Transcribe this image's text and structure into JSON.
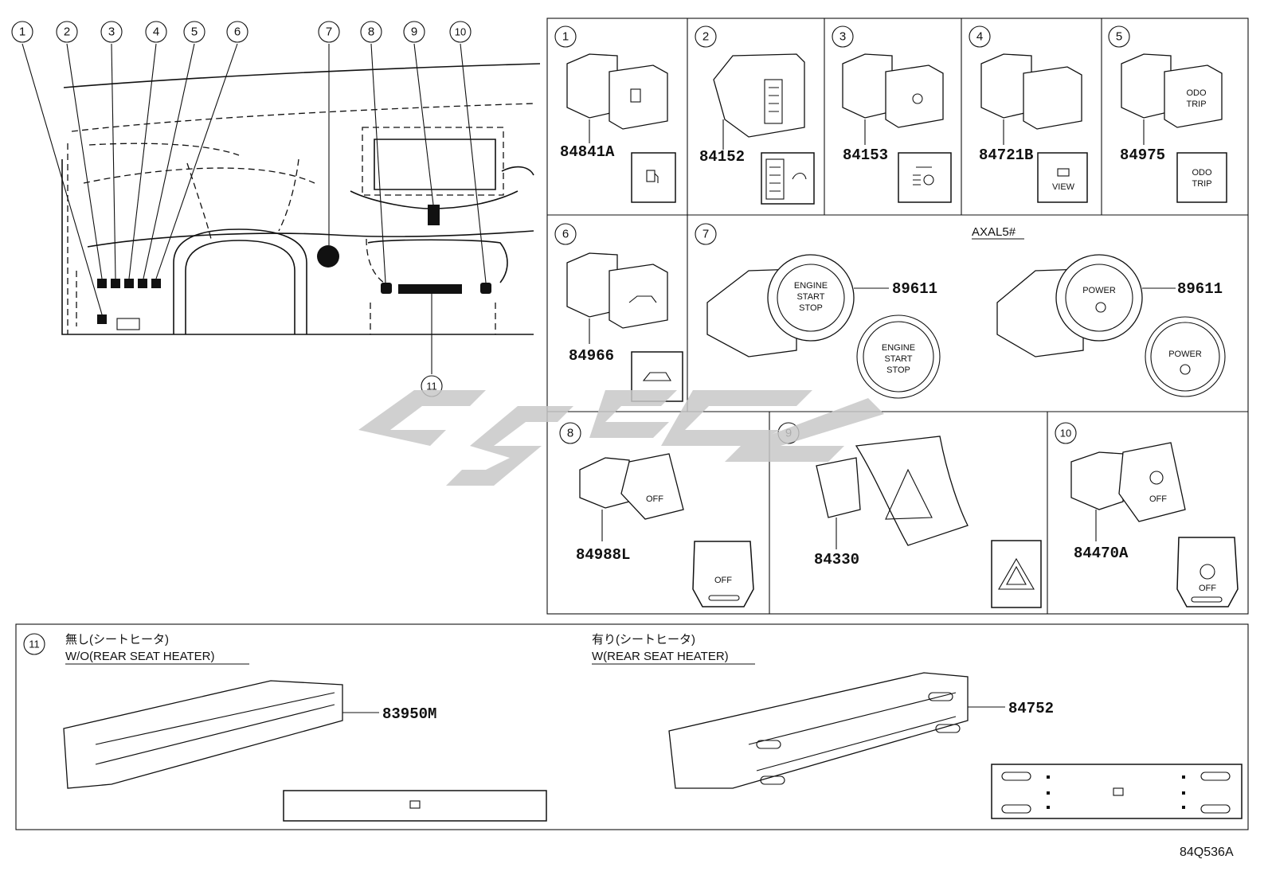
{
  "callouts": [
    "1",
    "2",
    "3",
    "4",
    "5",
    "6",
    "7",
    "8",
    "9",
    "10",
    "11"
  ],
  "panels": [
    {
      "num": "1",
      "part": "84841A"
    },
    {
      "num": "2",
      "part": "84152"
    },
    {
      "num": "3",
      "part": "84153"
    },
    {
      "num": "4",
      "part": "84721B"
    },
    {
      "num": "5",
      "part": "84975"
    },
    {
      "num": "6",
      "part": "84966"
    },
    {
      "num": "7",
      "part": "89611",
      "part2": "89611",
      "model": "AXAL5#"
    },
    {
      "num": "8",
      "part": "84988L"
    },
    {
      "num": "9",
      "part": "84330"
    },
    {
      "num": "10",
      "part": "84470A"
    },
    {
      "num": "11",
      "part": "83950M",
      "part2": "84752"
    }
  ],
  "icon_text": {
    "view": "VIEW",
    "odo": "ODO",
    "trip": "TRIP",
    "engine": "ENGINE",
    "start": "START",
    "stop": "STOP",
    "power": "POWER",
    "off": "OFF"
  },
  "panel11": {
    "left_jp": "無し(シートヒータ)",
    "left_en": "W/O(REAR SEAT HEATER)",
    "right_jp": "有り(シートヒータ)",
    "right_en": "W(REAR SEAT HEATER)"
  },
  "diagram_code": "84Q536A",
  "watermark_color": "#c8c8c8"
}
